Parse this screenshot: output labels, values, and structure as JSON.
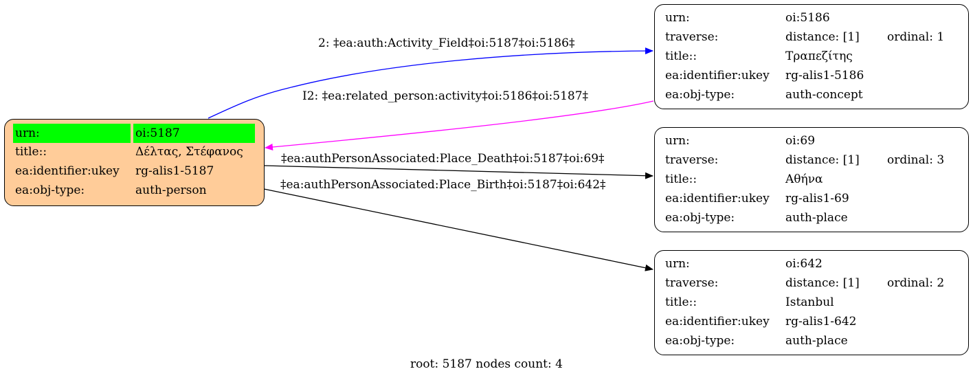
{
  "root_node": {
    "rows": [
      {
        "key": "urn:",
        "value": "oi:5187",
        "highlight": true
      },
      {
        "key": "title::",
        "value": "Δέλτας, Στέφανος"
      },
      {
        "key": "ea:identifier:ukey",
        "value": "rg-alis1-5187"
      },
      {
        "key": "ea:obj-type:",
        "value": "auth-person"
      }
    ]
  },
  "nodes": [
    {
      "rows": [
        {
          "key": "urn:",
          "value": "oi:5186"
        },
        {
          "key": "traverse:",
          "value": "distance: [1]",
          "extra": "ordinal: 1"
        },
        {
          "key": "title::",
          "value": "Τραπεζίτης"
        },
        {
          "key": "ea:identifier:ukey",
          "value": "rg-alis1-5186"
        },
        {
          "key": "ea:obj-type:",
          "value": "auth-concept"
        }
      ]
    },
    {
      "rows": [
        {
          "key": "urn:",
          "value": "oi:69"
        },
        {
          "key": "traverse:",
          "value": "distance: [1]",
          "extra": "ordinal: 3"
        },
        {
          "key": "title::",
          "value": "Αθήνα"
        },
        {
          "key": "ea:identifier:ukey",
          "value": "rg-alis1-69"
        },
        {
          "key": "ea:obj-type:",
          "value": "auth-place"
        }
      ]
    },
    {
      "rows": [
        {
          "key": "urn:",
          "value": "oi:642"
        },
        {
          "key": "traverse:",
          "value": "distance: [1]",
          "extra": "ordinal: 2"
        },
        {
          "key": "title::",
          "value": "Istanbul"
        },
        {
          "key": "ea:identifier:ukey",
          "value": "rg-alis1-642"
        },
        {
          "key": "ea:obj-type:",
          "value": "auth-place"
        }
      ]
    }
  ],
  "edges": [
    {
      "label": "2: ‡ea:auth:Activity_Field‡oi:5187‡oi:5186‡",
      "color": "#0000ff"
    },
    {
      "label": "I2: ‡ea:related_person:activity‡oi:5186‡oi:5187‡",
      "color": "#ff00ff"
    },
    {
      "label": "‡ea:authPersonAssociated:Place_Death‡oi:5187‡oi:69‡",
      "color": "#000000"
    },
    {
      "label": "‡ea:authPersonAssociated:Place_Birth‡oi:5187‡oi:642‡",
      "color": "#000000"
    }
  ],
  "footer": "root: 5187 nodes count: 4",
  "colors": {
    "root_fill": "#ffcc99",
    "highlight": "#00ff00"
  }
}
